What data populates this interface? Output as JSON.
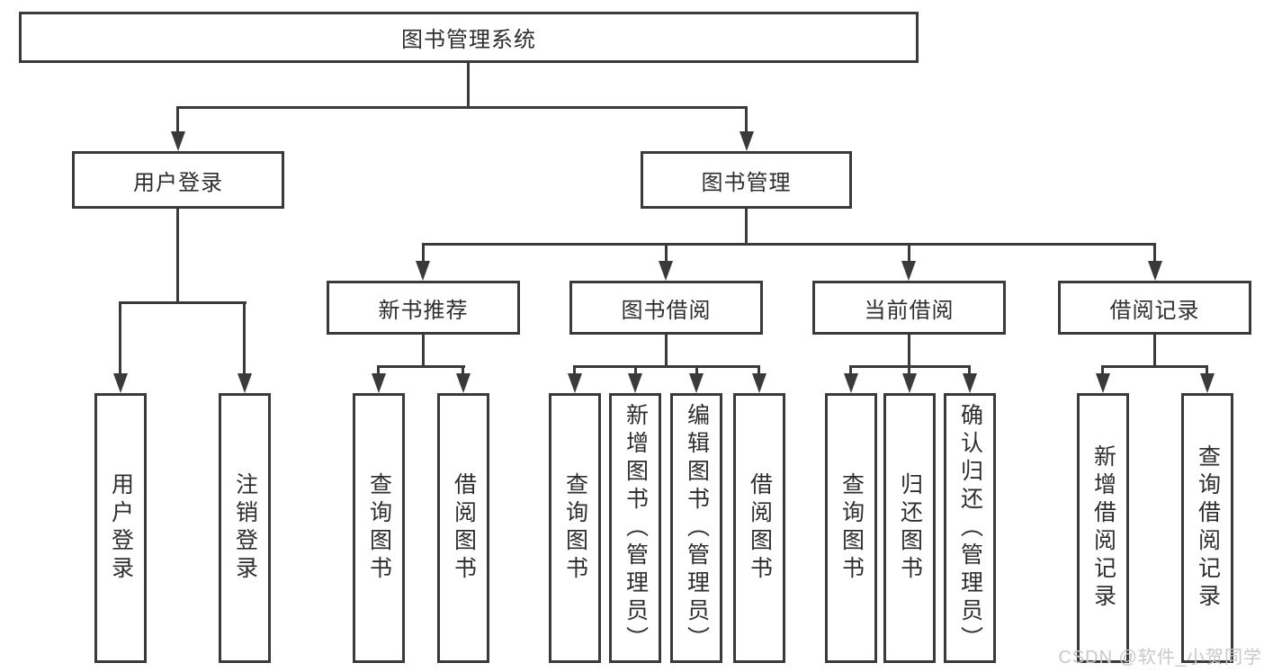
{
  "tree": {
    "root": "图书管理系统",
    "user_login_branch": {
      "label": "用户登录",
      "children": [
        "用户登录",
        "注销登录"
      ]
    },
    "book_mgmt_branch": {
      "label": "图书管理",
      "modules": [
        {
          "label": "新书推荐",
          "children": [
            "查询图书",
            "借阅图书"
          ]
        },
        {
          "label": "图书借阅",
          "children": [
            "查询图书",
            "新增图书（管理员）",
            "编辑图书（管理员）",
            "借阅图书"
          ]
        },
        {
          "label": "当前借阅",
          "children": [
            "查询图书",
            "归还图书",
            "确认归还（管理员）"
          ]
        },
        {
          "label": "借阅记录",
          "children": [
            "新增借阅记录",
            "查询借阅记录"
          ]
        }
      ]
    }
  },
  "watermark": "CSDN @软件_小贺同学",
  "colors": {
    "line": "#3a3a3a",
    "text": "#2e2e2e",
    "watermark": "#c8c8c8",
    "background": "#ffffff"
  }
}
